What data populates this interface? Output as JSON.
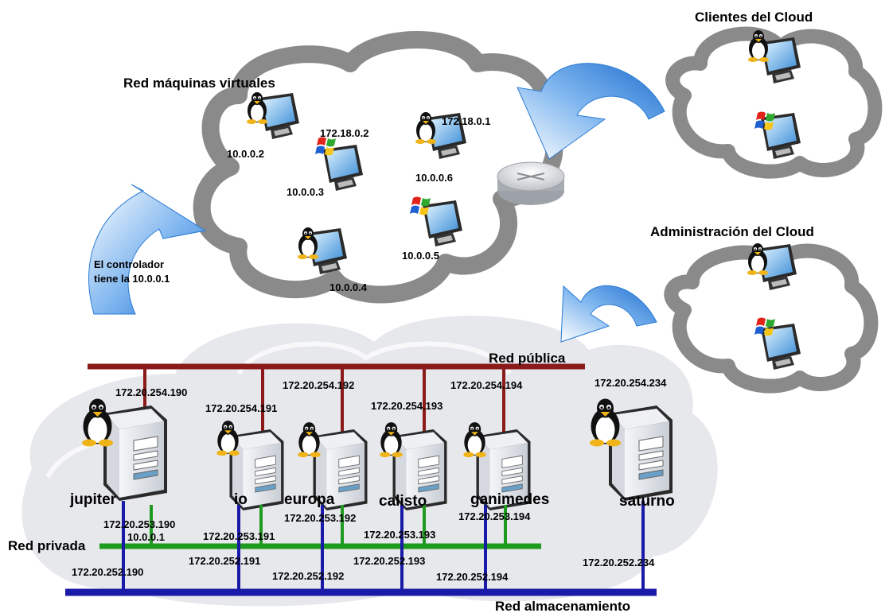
{
  "labels": {
    "vm_network": "Red máquinas virtuales",
    "cloud_clients": "Clientes del Cloud",
    "cloud_admin": "Administración del Cloud",
    "controller_line1": "El controlador",
    "controller_line2": "tiene la 10.0.0.1",
    "public_net": "Red pública",
    "private_net": "Red privada",
    "storage_net": "Red almacenamiento"
  },
  "vm_ips": {
    "vm1": "10.0.0.2",
    "vm2_pub": "172.18.0.2",
    "vm2": "10.0.0.3",
    "vm3_pub": "172.18.0.1",
    "vm3": "10.0.0.6",
    "vm4": "10.0.0.5",
    "vm5": "10.0.0.4"
  },
  "hosts": [
    {
      "name": "jupiter",
      "public_ip": "172.20.254.190",
      "private_ip": "172.20.253.190",
      "storage_ip": "172.20.252.190",
      "extra_ip": "10.0.0.1"
    },
    {
      "name": "io",
      "public_ip": "172.20.254.191",
      "private_ip": "172.20.253.191",
      "storage_ip": "172.20.252.191"
    },
    {
      "name": "europa",
      "public_ip": "172.20.254.192",
      "private_ip": "172.20.253.192",
      "storage_ip": "172.20.252.192"
    },
    {
      "name": "calisto",
      "public_ip": "172.20.254.193",
      "private_ip": "172.20.253.193",
      "storage_ip": "172.20.252.193"
    },
    {
      "name": "ganimedes",
      "public_ip": "172.20.254.194",
      "private_ip": "172.20.253.194",
      "storage_ip": "172.20.252.194"
    },
    {
      "name": "saturno",
      "public_ip": "172.20.254.234",
      "storage_ip": "172.20.252.234"
    }
  ],
  "colors": {
    "public_net": "#8b1a1a",
    "private_net": "#1e9a1e",
    "storage_net": "#1a1aa8",
    "vm_cloud": "#888888",
    "host_cloud": "#e2e4e8",
    "arrow_light": "#ffffff",
    "arrow_dark": "#2a7bd6"
  },
  "icons": {
    "tux": "tux-penguin-icon",
    "windows": "windows-logo-icon",
    "monitor": "monitor-icon",
    "server": "server-tower-icon",
    "router": "router-icon",
    "arrow": "curved-arrow-icon"
  }
}
